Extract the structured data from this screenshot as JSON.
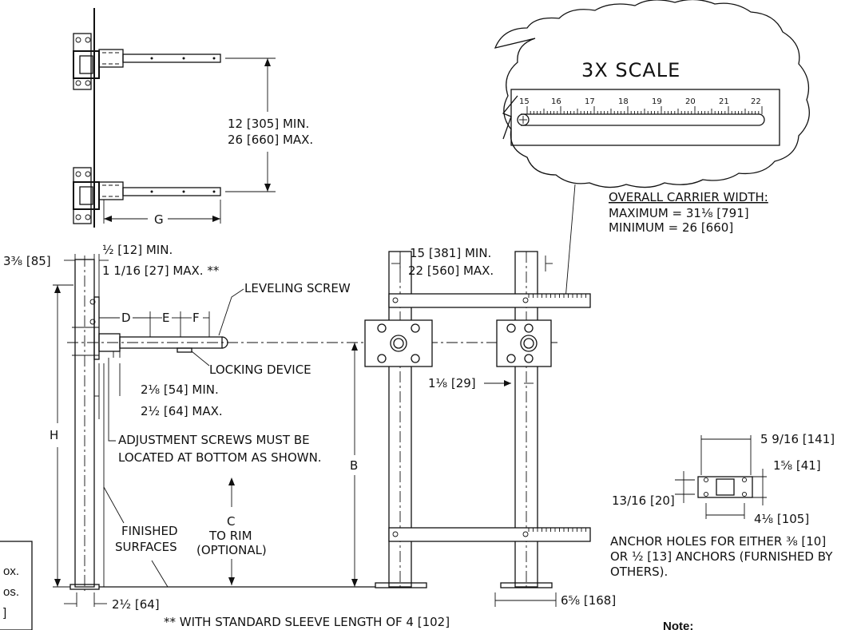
{
  "scale_box": {
    "title": "3X SCALE",
    "ticks": [
      "15",
      "16",
      "17",
      "18",
      "19",
      "20",
      "21",
      "22"
    ]
  },
  "carrier_width": {
    "heading": "OVERALL CARRIER WIDTH:",
    "maximum": "MAXIMUM = 31⅛ [791]",
    "minimum": "MINIMUM = 26 [660]"
  },
  "top_view": {
    "spacing_min": "12 [305] MIN.",
    "spacing_max": "26 [660] MAX.",
    "g_label": "G"
  },
  "side_view": {
    "post_width": "3⅜ [85]",
    "gap_min": "½ [12] MIN.",
    "gap_max": "1 1/16 [27] MAX. **",
    "leveling_screw": "LEVELING SCREW",
    "locking_device": "LOCKING DEVICE",
    "d": "D",
    "e": "E",
    "f": "F",
    "h": "H",
    "b": "B",
    "arm_min": "2⅛ [54] MIN.",
    "arm_max": "2½ [64] MAX.",
    "adjust_line1": "ADJUSTMENT SCREWS MUST BE",
    "adjust_line2": "LOCATED AT BOTTOM AS SHOWN.",
    "c_label": "C",
    "to_rim": "TO RIM",
    "optional": "(OPTIONAL)",
    "finished_1": "FINISHED",
    "finished_2": "SURFACES",
    "base_width": "2½ [64]",
    "footnote": "** WITH STANDARD SLEEVE LENGTH OF 4 [102]"
  },
  "front_view": {
    "span_min": "15 [381] MIN.",
    "span_max": "22 [560] MAX.",
    "tube": "1⅛ [29]",
    "base_plate": "6⅝ [168]"
  },
  "anchor": {
    "plate_width": "5 9/16 [141]",
    "plate_height": "1⅝ [41]",
    "hole_offset": "13/16 [20]",
    "hole_spacing": "4⅛ [105]",
    "note_1": "ANCHOR HOLES FOR EITHER ⅜ [10]",
    "note_2": "OR ½ [13] ANCHORS (FURNISHED BY",
    "note_3": "OTHERS)."
  },
  "partial_note": {
    "line1": "ox.",
    "line2": "os.",
    "line3": "]"
  },
  "note_heading": "Note:"
}
